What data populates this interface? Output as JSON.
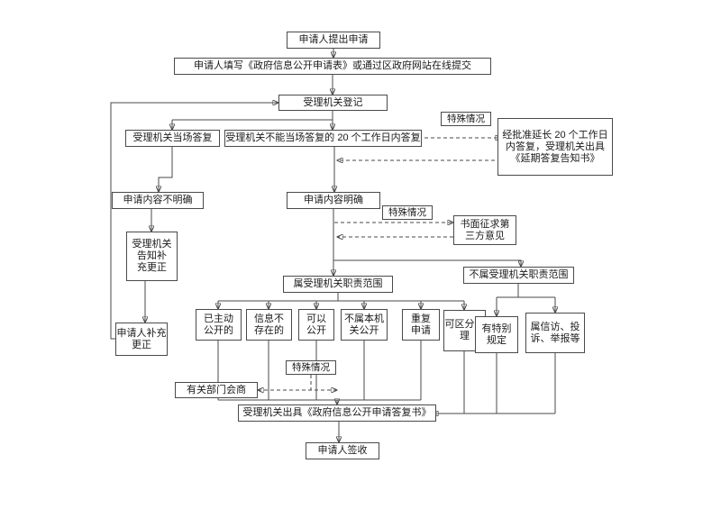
{
  "nodes": {
    "start": {
      "label": "申请人提出申请"
    },
    "fill_form": {
      "label": "申请人填写《政府信息公开申请表》或通过区政府网站在线提交"
    },
    "register": {
      "label": "受理机关登记"
    },
    "onspot": {
      "label": "受理机关当场答复"
    },
    "within20": {
      "label": "受理机关不能当场答复的 20 个工作日内答复"
    },
    "special1": {
      "label": "特殊情况"
    },
    "extension": {
      "label": "经批准延长 20 个工作日\n内答复，受理机关出具\n《延期答复告知书》"
    },
    "unclear": {
      "label": "申请内容不明确"
    },
    "clear": {
      "label": "申请内容明确"
    },
    "special2": {
      "label": "特殊情况"
    },
    "third_party": {
      "label": "书面征求第\n三方意见"
    },
    "notify_correct": {
      "label": "受理机关\n告知补\n充更正"
    },
    "in_scope": {
      "label": "属受理机关职责范围"
    },
    "out_scope": {
      "label": "不属受理机关职责范围"
    },
    "already_public": {
      "label": "已主动\n公开的"
    },
    "not_exist": {
      "label": "信息不\n存在的"
    },
    "can_public": {
      "label": "可以\n公开"
    },
    "not_this_org": {
      "label": "不属本机\n关公开"
    },
    "repeat_apply": {
      "label": "重复\n申请"
    },
    "separable": {
      "label": "可区分处\n理"
    },
    "special_rule": {
      "label": "有特别\n规定"
    },
    "petition": {
      "label": "属信访、投\n诉、举报等"
    },
    "supplement": {
      "label": "申请人补充\n更正"
    },
    "special3": {
      "label": "特殊情况"
    },
    "consult": {
      "label": "有关部门会商"
    },
    "reply_doc": {
      "label": "受理机关出具《政府信息公开申请答复书》"
    },
    "sign": {
      "label": "申请人签收"
    }
  }
}
